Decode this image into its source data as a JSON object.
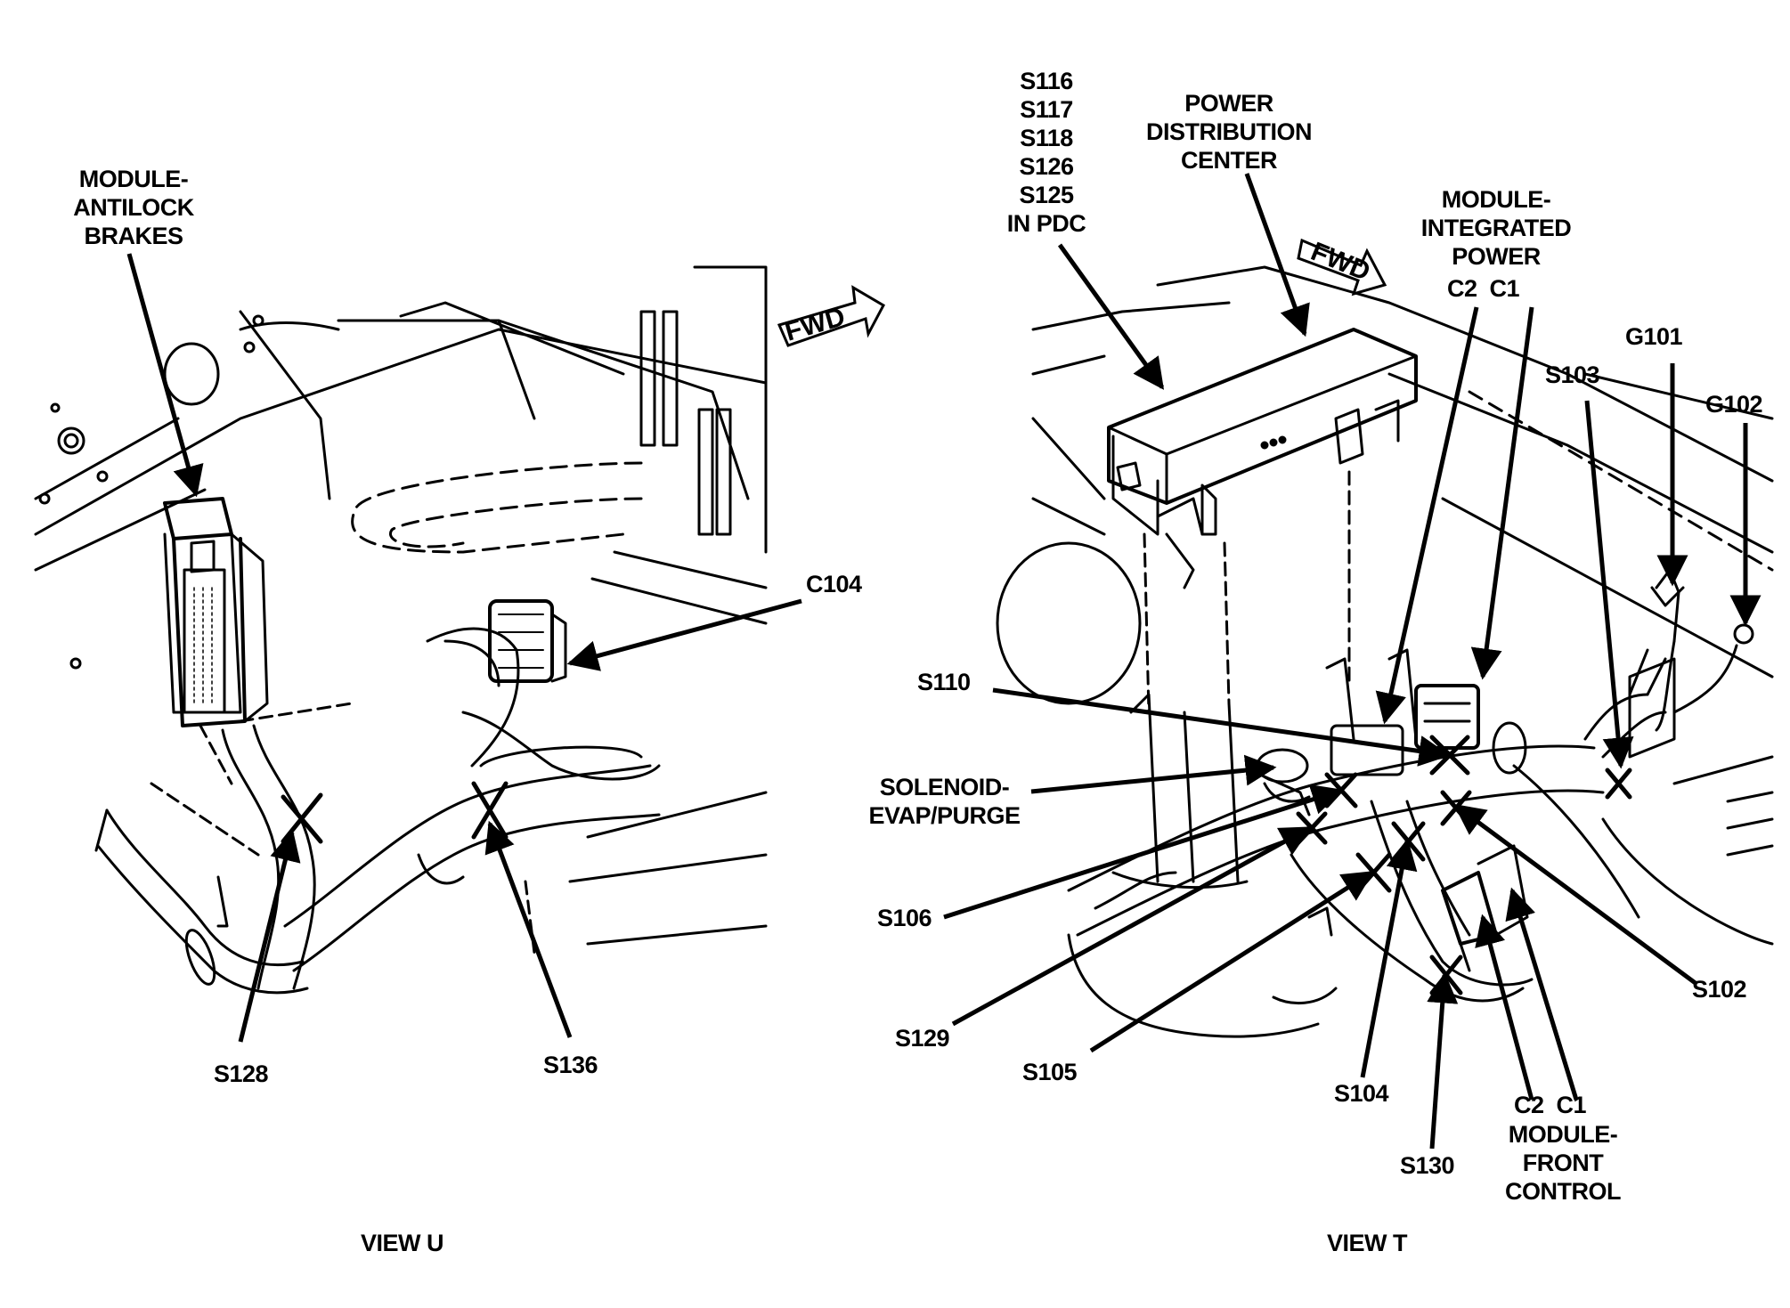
{
  "views": {
    "left": {
      "caption": "VIEW U",
      "fwd": "FWD",
      "labels": {
        "abs_module": [
          "MODULE-",
          "ANTILOCK",
          "BRAKES"
        ],
        "c104": "C104",
        "s128": "S128",
        "s136": "S136"
      }
    },
    "right": {
      "caption": "VIEW T",
      "fwd": "FWD",
      "labels": {
        "pdc_splices": [
          "S116",
          "S117",
          "S118",
          "S126",
          "S125",
          "IN PDC"
        ],
        "pdc": [
          "POWER",
          "DISTRIBUTION",
          "CENTER"
        ],
        "ipm": [
          "MODULE-",
          "INTEGRATED",
          "POWER"
        ],
        "ipm_conn": "C2  C1",
        "s103": "S103",
        "g101": "G101",
        "g102": "G102",
        "s110": "S110",
        "solenoid": [
          "SOLENOID-",
          "EVAP/PURGE"
        ],
        "s106": "S106",
        "s129": "S129",
        "s105": "S105",
        "s104": "S104",
        "s130": "S130",
        "s102": "S102",
        "fcm_conn": "C2  C1",
        "fcm": [
          "MODULE-",
          "FRONT",
          "CONTROL"
        ]
      }
    }
  }
}
